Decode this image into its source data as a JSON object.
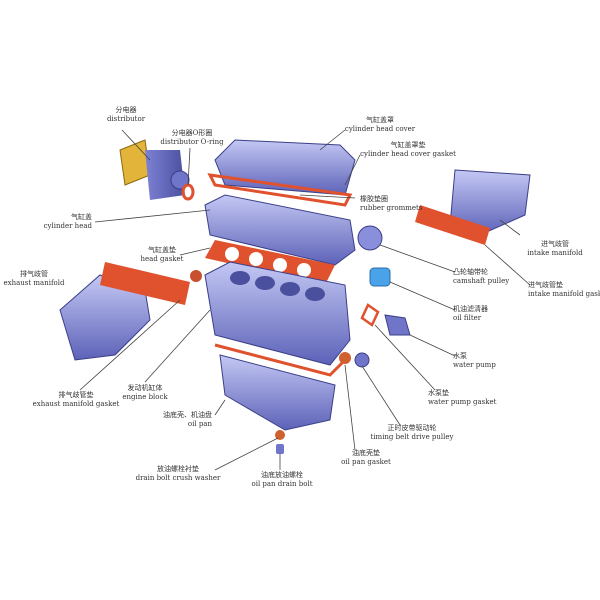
{
  "labels": [
    {
      "id": "distributor",
      "zh": "分电器",
      "en": "distributor"
    },
    {
      "id": "distributor-o-ring",
      "zh": "分电器O形圈",
      "en": "distributor O-ring"
    },
    {
      "id": "cylinder-head-cover",
      "zh": "气缸盖罩",
      "en": "cylinder head cover"
    },
    {
      "id": "cylinder-head-cover-gasket",
      "zh": "气缸盖罩垫",
      "en": "cylinder head cover gasket"
    },
    {
      "id": "rubber-grommets",
      "zh": "橡胶垫圈",
      "en": "rubber grommets"
    },
    {
      "id": "cylinder-head",
      "zh": "气缸盖",
      "en": "cylinder head"
    },
    {
      "id": "head-gasket",
      "zh": "气缸盖垫",
      "en": "head gasket"
    },
    {
      "id": "intake-manifold",
      "zh": "进气歧管",
      "en": "intake manifold"
    },
    {
      "id": "camshaft-pulley",
      "zh": "凸轮轴带轮",
      "en": "camshaft pulley"
    },
    {
      "id": "intake-manifold-gasket",
      "zh": "进气歧管垫",
      "en": "intake manifold gasket"
    },
    {
      "id": "exhaust-manifold",
      "zh": "排气歧管",
      "en": "exhaust manifold"
    },
    {
      "id": "oil-filter",
      "zh": "机油滤清器",
      "en": "oil filter"
    },
    {
      "id": "water-pump",
      "zh": "水泵",
      "en": "water pump"
    },
    {
      "id": "exhaust-manifold-gasket",
      "zh": "排气歧管垫",
      "en": "exhaust manifold gasket"
    },
    {
      "id": "engine-block",
      "zh": "发动机缸体",
      "en": "engine block"
    },
    {
      "id": "water-pump-gasket",
      "zh": "水泵垫",
      "en": "water pump gasket"
    },
    {
      "id": "oil-pan",
      "zh": "油底壳、机油盘",
      "en": "oil pan"
    },
    {
      "id": "timing-belt-drive-pulley",
      "zh": "正时皮带驱动轮",
      "en": "timing belt drive pulley"
    },
    {
      "id": "oil-pan-gasket",
      "zh": "油底壳垫",
      "en": "oil pan gasket"
    },
    {
      "id": "drain-bolt-crush-washer",
      "zh": "放油螺栓衬垫",
      "en": "drain bolt crush washer"
    },
    {
      "id": "oil-pan-drain-bolt",
      "zh": "油底放油螺栓",
      "en": "oil pan drain bolt"
    }
  ],
  "colors": {
    "metal": "#6f75c9",
    "metal_light": "#b7bdf0",
    "gasket": "#e0512e",
    "distributor": "#e2b43a",
    "line": "#444444"
  }
}
